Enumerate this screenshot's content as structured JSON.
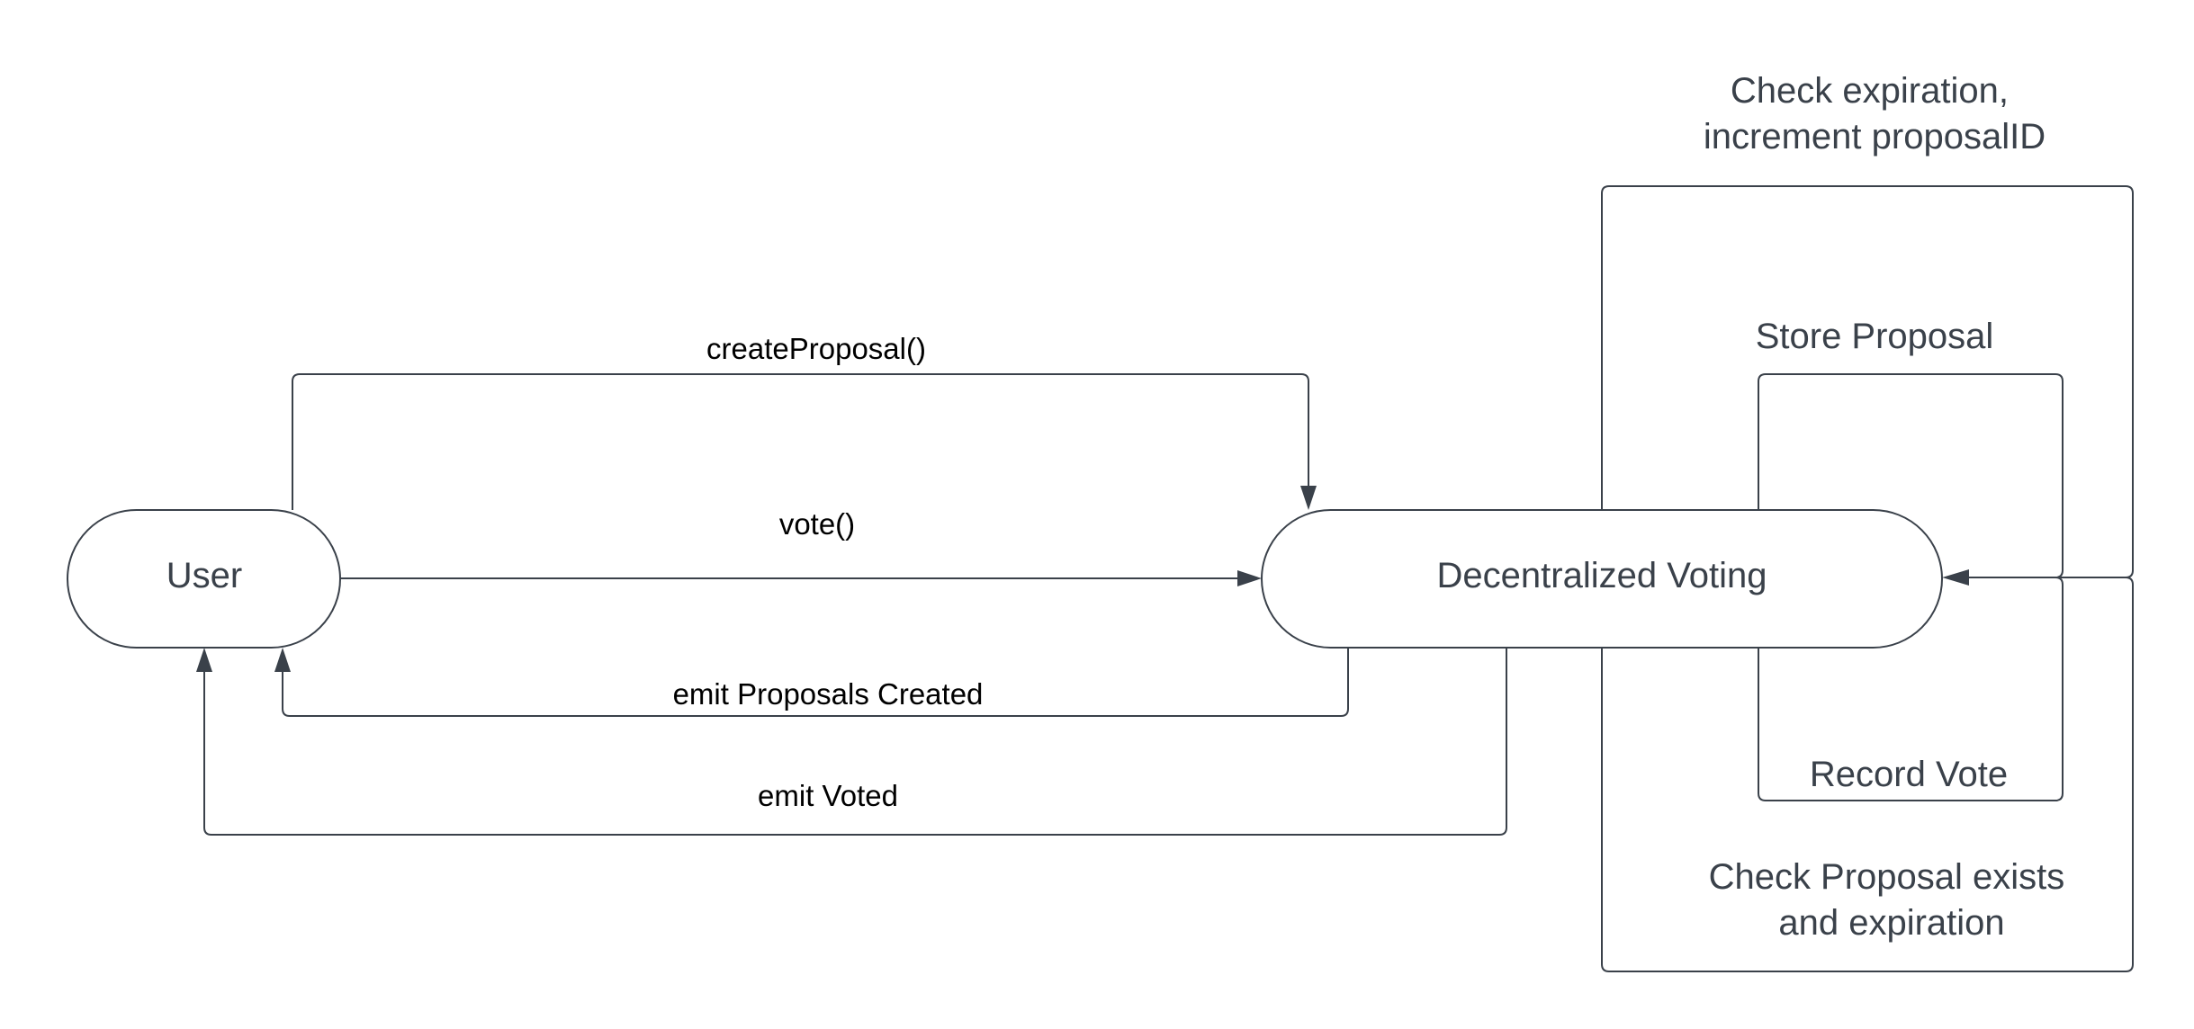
{
  "nodes": {
    "user": "User",
    "system": "Decentralized Voting"
  },
  "edges": {
    "create_proposal": "createProposal()",
    "vote": "vote()",
    "emit_proposals_created": "emit Proposals Created",
    "emit_voted": "emit Voted"
  },
  "self_loops": {
    "check_expiration": [
      "Check expiration,",
      "increment proposalID"
    ],
    "store_proposal": "Store Proposal",
    "record_vote": "Record Vote",
    "check_proposal_exists": [
      "Check Proposal exists",
      "and expiration"
    ]
  },
  "colors": {
    "stroke": "#3a414a",
    "node_text": "#3a414a",
    "edge_text": "#000000",
    "background": "#ffffff"
  }
}
